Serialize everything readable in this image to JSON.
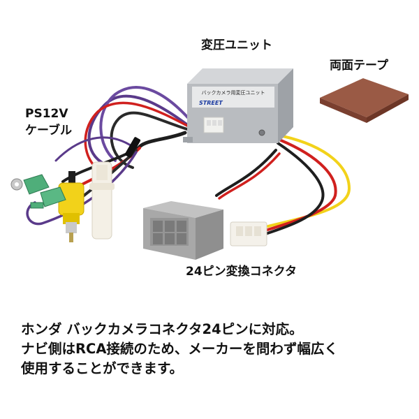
{
  "labels": {
    "unit": "変圧ユニット",
    "tape": "両面テープ",
    "cable_line1": "PS12V",
    "cable_line2": "ケーブル",
    "connector": "24ピン変換コネクタ"
  },
  "unit_print": {
    "title": "バックカメラ用変圧ユニット",
    "brand": "STREET"
  },
  "caption": {
    "line1": "ホンダ バックカメラコネクタ24ピンに対応。",
    "line2": "ナビ側はRCA接続のため、メーカーを問わず幅広く",
    "line3": "使用することができます。"
  },
  "colors": {
    "background": "#ffffff",
    "unit_body": "#b9bcc0",
    "tape_pad": "#9a5a45",
    "connector_gray": "#a8a8a8",
    "rca_yellow": "#f2d21a",
    "wire_purple": "#5a3a8a",
    "wire_red": "#d0201e",
    "wire_black": "#1e1e1e",
    "terminal_green": "#4fae7a"
  }
}
